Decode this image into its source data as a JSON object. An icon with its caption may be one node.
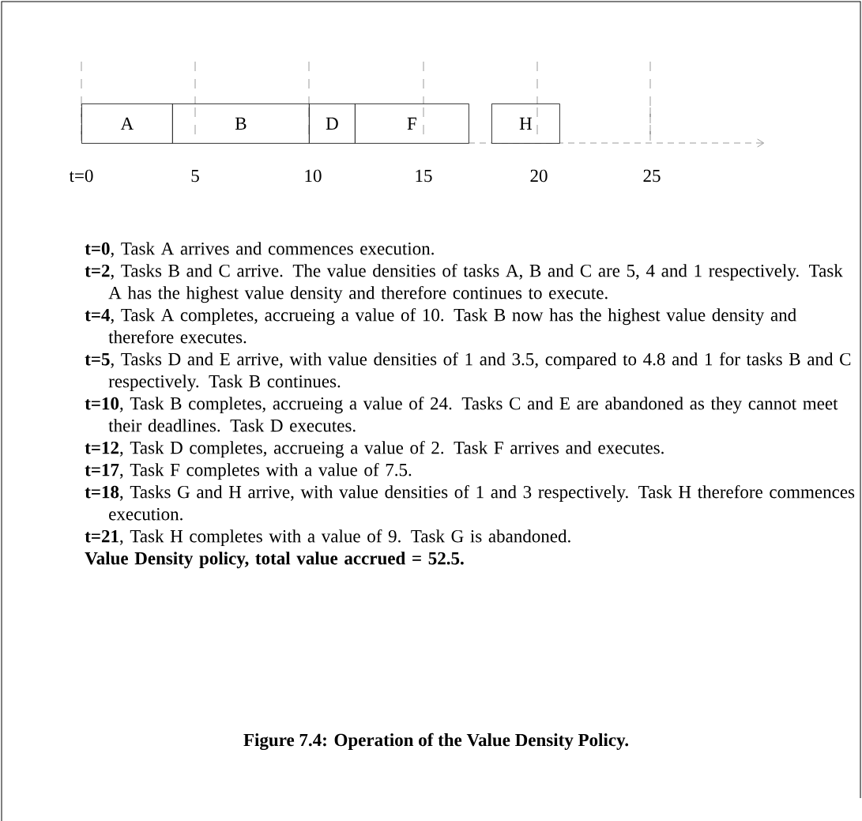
{
  "diagram": {
    "nodes": [
      {
        "text": [
          "A"
        ]
      },
      {
        "text": [
          "B"
        ]
      },
      {
        "text": [
          "D"
        ]
      },
      {
        "text": [
          "F"
        ]
      },
      {
        "text": [
          "H"
        ]
      }
    ],
    "labels": [
      "t=0",
      "5",
      "10",
      "15",
      "20",
      "25",
      "**t=0**, Task A arrives and commences execution.",
      "**t=2**, Tasks B and C arrive. The value densities of tasks A, B and C are 5, 4 and 1 respectively. Task A has the highest value density and therefore continues to execute.",
      "**t=4**, Task A completes, accrueing a value of 10. Task B now has the highest value density and therefore executes.",
      "**t=5**, Tasks D and E arrive, with value densities of 1 and 3.5, compared to 4.8 and 1 for tasks B and C respectively. Task B continues.",
      "**t=10**, Task B completes, accrueing a value of 24. Tasks C and E are abandoned as they cannot meet their deadlines. Task D executes.",
      "**t=12**, Task D completes, accrueing a value of 2. Task F arrives and executes.",
      "**t=17**, Task F completes with a value of 7.5.",
      "**t=18**, Tasks G and H arrive, with value densities of 1 and 3 respectively. Task H therefore commences execution.",
      "**t=21**, Task H completes with a value of 9. Task G is abandoned.",
      "Value Density policy, total value accrued = 52.5."
    ],
    "caption": "Figure 7.4: Operation of the Value Density Policy."
  }
}
